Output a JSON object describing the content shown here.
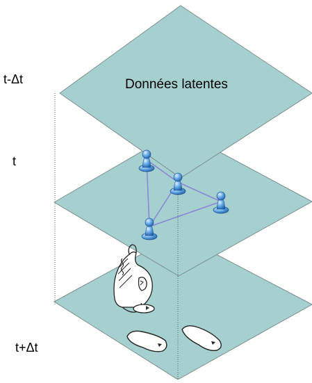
{
  "labels": {
    "time_prev": "t-Δt",
    "time_now": "t",
    "time_next": "t+Δt",
    "latent_data": "Données latentes"
  },
  "colors": {
    "plane_fill": "#a6d0d0",
    "plane_stroke": "#7c8e8e",
    "link": "#8a86d6",
    "pawn": "#3f8bd4",
    "pawn_highlight": "#cfe6fb"
  },
  "icons": [
    "pawn-icon",
    "shoe-icon",
    "footprint-icon"
  ]
}
